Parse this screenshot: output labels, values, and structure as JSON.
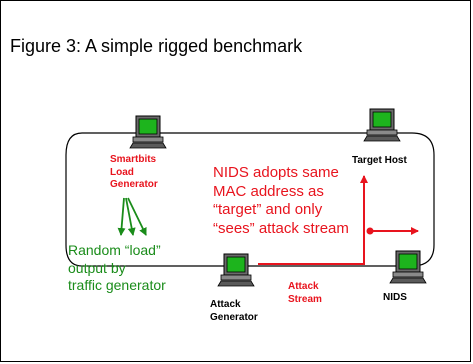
{
  "title": "Figure 3: A simple rigged benchmark",
  "nodes": {
    "smartbits": {
      "lines": [
        "Smartbits",
        "Load",
        "Generator"
      ]
    },
    "target_host": {
      "label": "Target Host"
    },
    "attack_generator": {
      "lines": [
        "Attack",
        "Generator"
      ]
    },
    "nids": {
      "label": "NIDS"
    }
  },
  "annotations": {
    "nids_note": [
      "NIDS adopts same",
      "MAC address as",
      "“target” and only",
      "“sees” attack stream"
    ],
    "random_load": [
      "Random “load”",
      "output by",
      "traffic generator"
    ],
    "attack_stream": [
      "Attack",
      "Stream"
    ]
  },
  "colors": {
    "red": "#e8141e",
    "green": "#1a8c1a",
    "computer_screen": "#1db41d",
    "black": "#000000"
  },
  "icons": [
    "computer-icon"
  ]
}
